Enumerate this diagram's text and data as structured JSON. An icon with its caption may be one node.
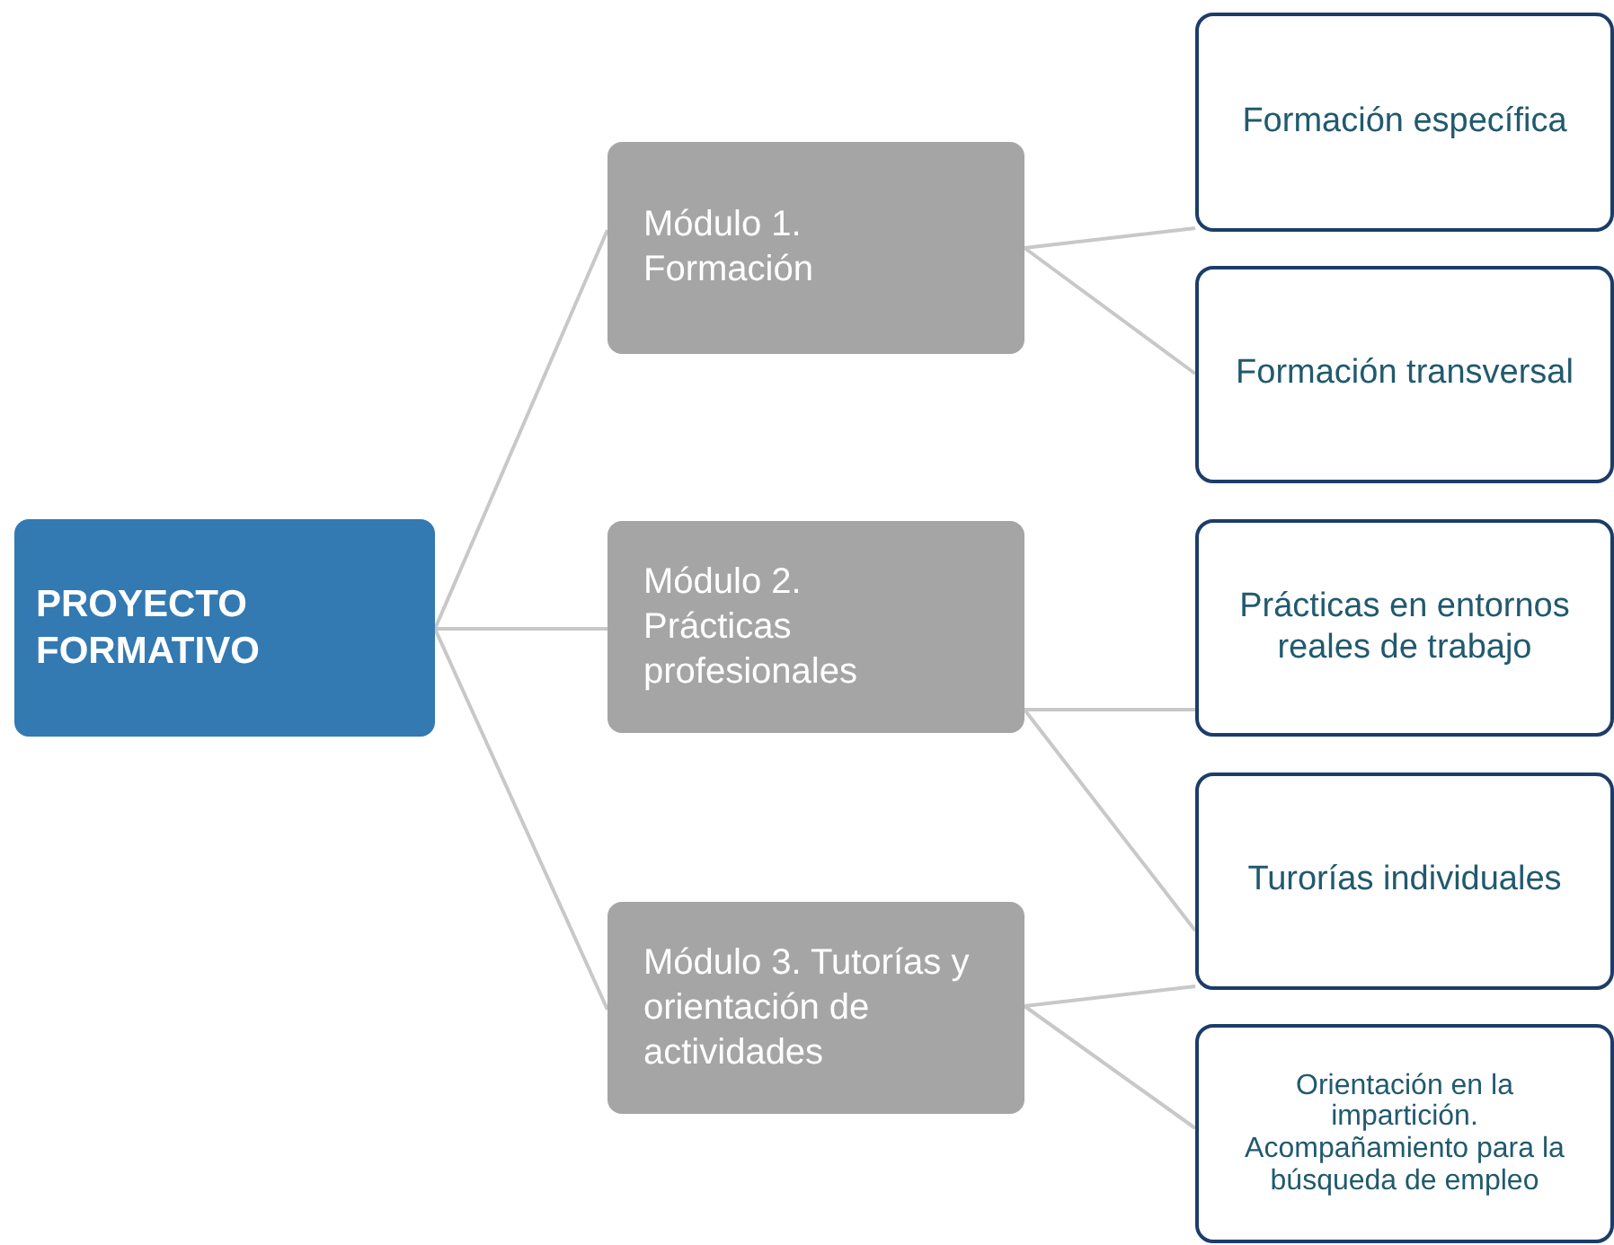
{
  "diagram": {
    "nodes": [
      {
        "text": [
          "PROYECTO FORMATIVO"
        ]
      },
      {
        "text": [
          "Módulo 1. Formación"
        ]
      },
      {
        "text": [
          "Módulo 2. Prácticas profesionales"
        ]
      },
      {
        "text": [
          "Módulo 3. Tutorías y orientación de actividades"
        ]
      },
      {
        "text": [
          "Formación específica"
        ]
      },
      {
        "text": [
          "Formación transversal"
        ]
      },
      {
        "text": [
          "Prácticas en entornos reales de trabajo"
        ]
      },
      {
        "text": [
          "Turorías individuales"
        ]
      },
      {
        "text": [
          "Orientación en la impartición. Acompañamiento para la búsqueda de empleo"
        ]
      }
    ],
    "edges": [
      {
        "from": 0,
        "to": 1,
        "arrow": "none"
      },
      {
        "from": 0,
        "to": 2,
        "arrow": "none"
      },
      {
        "from": 0,
        "to": 3,
        "arrow": "none"
      },
      {
        "from": 1,
        "to": 4,
        "arrow": "none"
      },
      {
        "from": 1,
        "to": 5,
        "arrow": "none"
      },
      {
        "from": 2,
        "to": 6,
        "arrow": "none"
      },
      {
        "from": 2,
        "to": 7,
        "arrow": "none"
      },
      {
        "from": 3,
        "to": 7,
        "arrow": "none"
      },
      {
        "from": 3,
        "to": 8,
        "arrow": "none"
      }
    ]
  }
}
